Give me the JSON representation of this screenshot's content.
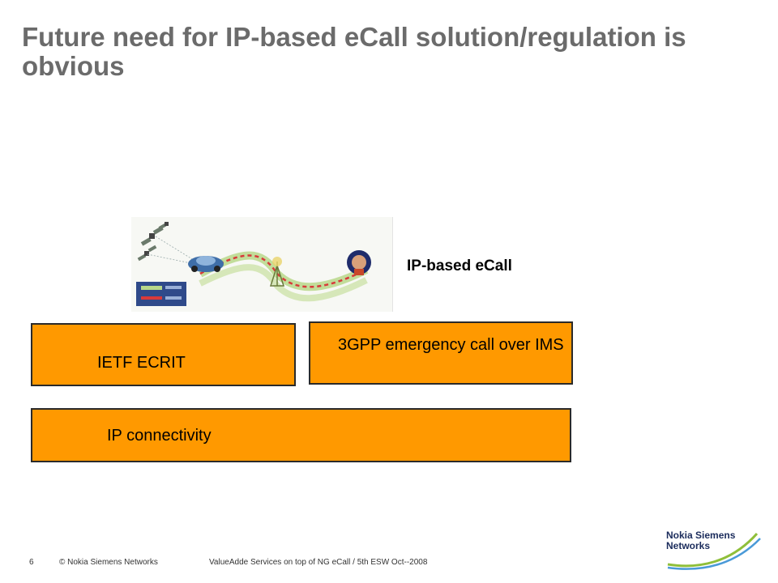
{
  "slide": {
    "title": "Future need for IP-based eCall solution/regulation is obvious",
    "illustration_label": "IP-based eCall"
  },
  "boxes": {
    "ietf": "IETF ECRIT",
    "threegpp": "3GPP emergency call over IMS",
    "ip": "IP connectivity"
  },
  "footer": {
    "page_number": "6",
    "copyright": "© Nokia Siemens Networks",
    "event": "ValueAdde Services on top of NG eCall / 5th ESW Oct--2008"
  },
  "logo": {
    "line1": "Nokia Siemens",
    "line2": "Networks"
  },
  "colors": {
    "box_fill": "#ff9900",
    "title": "#6b6b6b",
    "logo": "#1b2c5c"
  }
}
